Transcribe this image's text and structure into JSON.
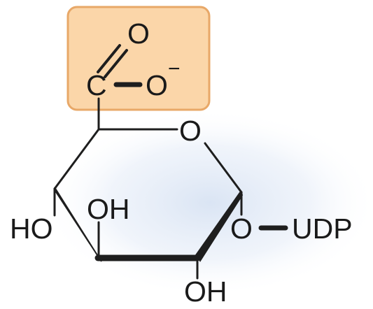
{
  "molecule": {
    "carboxylate": {
      "carbon": "C",
      "carbonyl_oxygen": "O",
      "anionic_oxygen": "O",
      "charge": "−"
    },
    "ring_oxygen": "O",
    "substituents": {
      "hydroxyl_left": "HO",
      "hydroxyl_inner": "OH",
      "hydroxyl_bottom": "OH",
      "glycosidic_oxygen": "O",
      "nucleotide": "UDP"
    }
  },
  "colors": {
    "highlight_fill": "#fbd6a9",
    "highlight_stroke": "#e8a868",
    "bond": "#1e1e1e",
    "glow": "#d8e3f3"
  }
}
